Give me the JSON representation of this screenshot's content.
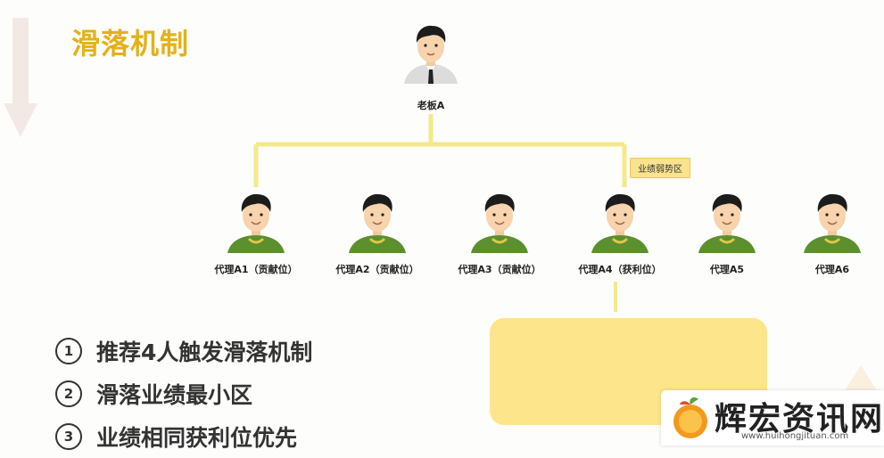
{
  "title": "滑落机制",
  "boss": {
    "label": "老板A"
  },
  "tag": {
    "text": "业绩弱势区"
  },
  "agents": [
    {
      "label": "代理A1（贡献位）"
    },
    {
      "label": "代理A2（贡献位）"
    },
    {
      "label": "代理A3（贡献位）"
    },
    {
      "label": "代理A4（获利位）"
    },
    {
      "label": "代理A5"
    },
    {
      "label": "代理A6"
    }
  ],
  "rules": [
    {
      "num": "1",
      "text": "推荐4人触发滑落机制"
    },
    {
      "num": "2",
      "text": "滑落业绩最小区"
    },
    {
      "num": "3",
      "text": "业绩相同获利位优先"
    }
  ],
  "watermark": {
    "name": "辉宏资讯网",
    "url": "www.huihongjituan.com"
  },
  "colors": {
    "accent": "#e3b21a",
    "line": "#f2ea8a",
    "box": "#fde58c",
    "shirt": "#5c8f2e"
  }
}
